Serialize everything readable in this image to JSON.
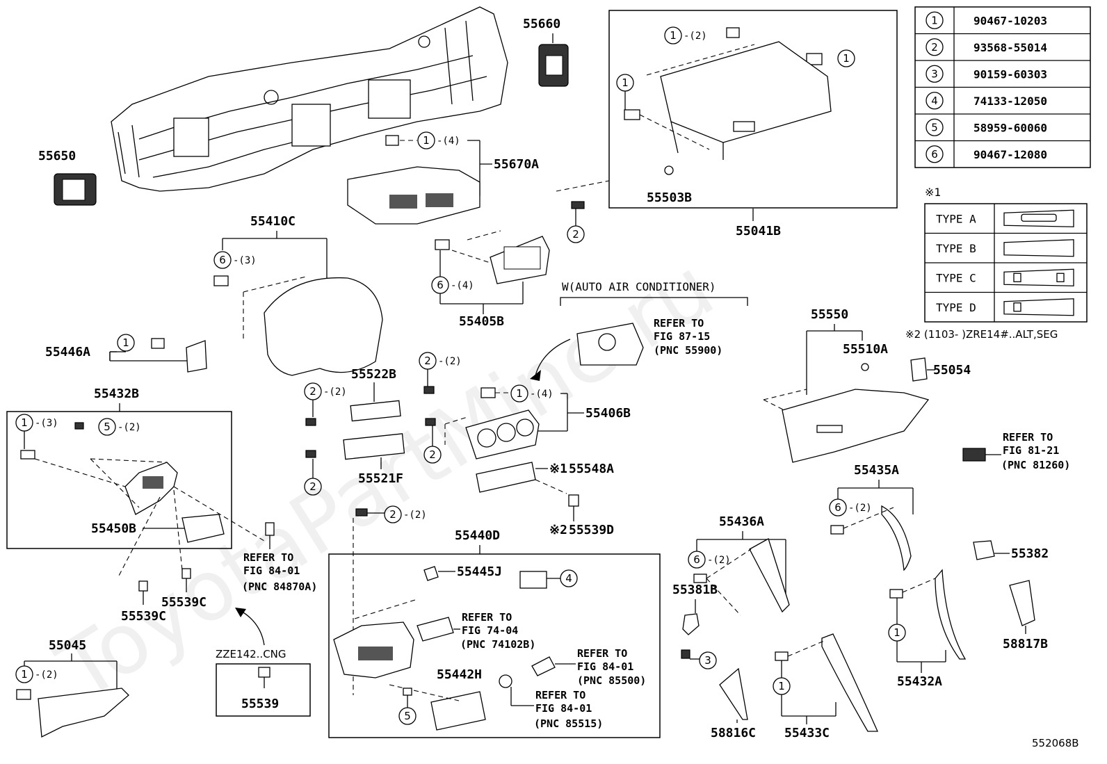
{
  "watermark": "ToyotaPartMine.ru",
  "diagram_id": "552068B",
  "parts": {
    "p55660": "55660",
    "p55650": "55650",
    "p55670A": "55670A",
    "p55503B": "55503B",
    "p55041B": "55041B",
    "p55410C": "55410C",
    "p55405B": "55405B",
    "p55446A": "55446A",
    "p55522B": "55522B",
    "p55521F": "55521F",
    "p55406B": "55406B",
    "p55548A": "55548A",
    "p55539D": "55539D",
    "p55432B": "55432B",
    "p55450B": "55450B",
    "p55539C_a": "55539C",
    "p55539C_b": "55539C",
    "p55440D": "55440D",
    "p55445J": "55445J",
    "p55442H": "55442H",
    "p55045": "55045",
    "p55539": "55539",
    "p55550": "55550",
    "p55510A": "55510A",
    "p55054": "55054",
    "p55435A": "55435A",
    "p55436A": "55436A",
    "p55381B": "55381B",
    "p55382": "55382",
    "p58817B": "58817B",
    "p55432A": "55432A",
    "p55433C": "55433C",
    "p58816C": "58816C"
  },
  "qty": {
    "q2": "-(2)",
    "q3": "-(3)",
    "q4": "-(4)"
  },
  "marks": {
    "star1": "※1",
    "star2": "※2"
  },
  "refs": {
    "auto_ac": "W(AUTO AIR CONDITIONER)",
    "r1": [
      "REFER TO",
      "FIG 87-15",
      "(PNC 55900)"
    ],
    "r2": [
      "REFER TO",
      "FIG 81-21",
      "(PNC 81260)"
    ],
    "r3": [
      "REFER TO",
      "FIG 84-01",
      "(PNC 84870A)"
    ],
    "r4": [
      "REFER TO",
      "FIG 74-04",
      "(PNC 74102B)"
    ],
    "r5": [
      "REFER TO",
      "FIG 84-01",
      "(PNC 85500)"
    ],
    "r6": [
      "REFER TO",
      "FIG 84-01",
      "(PNC 85515)"
    ],
    "zze": "ZZE142..CNG",
    "note2": "※2 (1103-    )ZRE14#..ALT,SEG"
  },
  "fasteners": [
    {
      "no": "1",
      "part": "90467-10203"
    },
    {
      "no": "2",
      "part": "93568-55014"
    },
    {
      "no": "3",
      "part": "90159-60303"
    },
    {
      "no": "4",
      "part": "74133-12050"
    },
    {
      "no": "5",
      "part": "58959-60060"
    },
    {
      "no": "6",
      "part": "90467-12080"
    }
  ],
  "types": {
    "header": "※1",
    "rows": [
      "TYPE A",
      "TYPE B",
      "TYPE C",
      "TYPE D"
    ]
  }
}
